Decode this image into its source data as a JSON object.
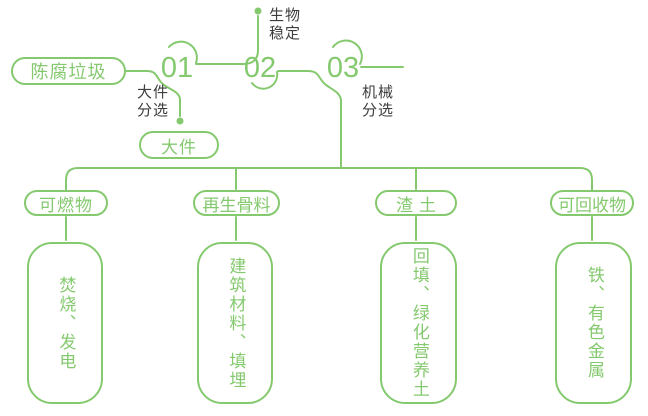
{
  "colors": {
    "green": "#85c96f",
    "dark_text": "#3d3d3d"
  },
  "flow": {
    "source_label": "陈腐垃圾",
    "steps": [
      {
        "number": "01",
        "side_label": "大件\n分选",
        "output_label": "大件"
      },
      {
        "number": "02",
        "side_label": "生物\n稳定"
      },
      {
        "number": "03",
        "side_label": "机械\n分选"
      }
    ],
    "branches": [
      {
        "category": "可燃物",
        "result": "焚烧、发电"
      },
      {
        "category": "再生骨料",
        "result": "建筑材料、填埋"
      },
      {
        "category": "渣土",
        "result": "回填、绿化营养土"
      },
      {
        "category": "可回收物",
        "result": "铁、有色金属"
      }
    ]
  }
}
